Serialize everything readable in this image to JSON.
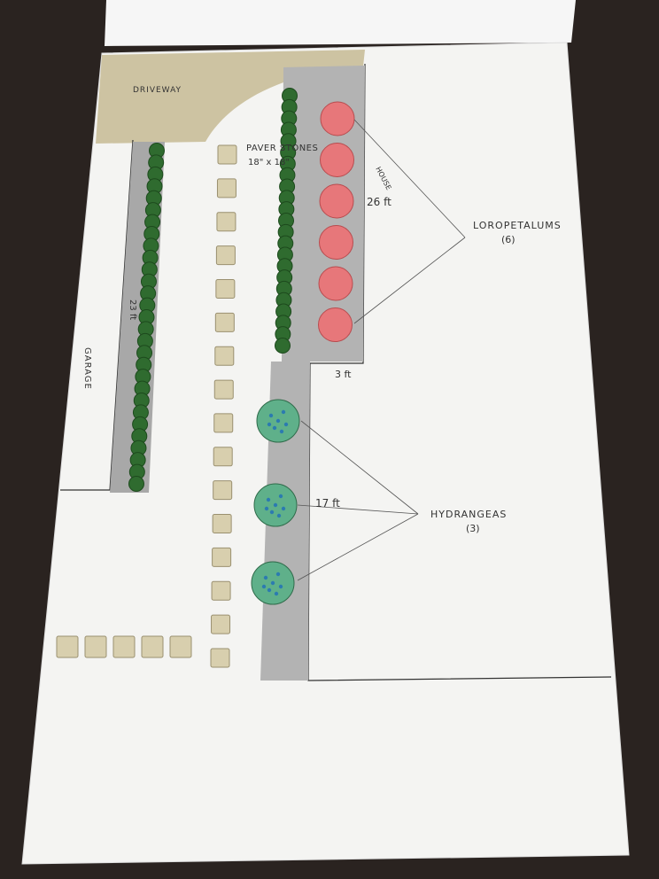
{
  "labels": {
    "driveway": "DRIVEWAY",
    "paver_line1": "PAVER STONES",
    "paver_line2": "18\" x 18\"",
    "house": "HOUSE",
    "house_length": "26 ft",
    "bed_width": "3 ft",
    "garage": "GARAGE",
    "garage_bed_length": "23 ft",
    "lower_bed_length": "17 ft",
    "loropetalums_line1": "LOROPETALUMS",
    "loropetalums_line2": "(6)",
    "hydrangeas_line1": "HYDRANGEAS",
    "hydrangeas_line2": "(3)"
  },
  "plants": {
    "loropetalums": {
      "count": 6,
      "color": "#e7777a"
    },
    "hydrangeas": {
      "count": 3,
      "color": "#5fb08a"
    },
    "boxwoods_garage": {
      "count": 29,
      "color": "#2f6b2f"
    },
    "boxwoods_house": {
      "count": 23,
      "color": "#2f6b2f"
    }
  },
  "colors": {
    "paper": "#f4f4f2",
    "driveway": "#cdc3a2",
    "bed": "#b3b3b3",
    "paver": "#d8cfae",
    "ink": "#333333"
  },
  "pavers": {
    "vertical_count": 16,
    "bottom_row_count": 5
  }
}
